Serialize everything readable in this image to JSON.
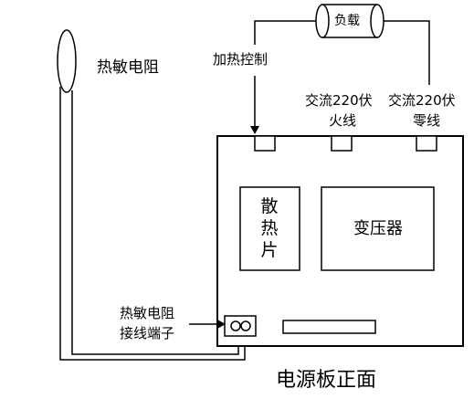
{
  "labels": {
    "load": "负载",
    "thermistor": "热敏电阻",
    "heating_control": "加热控制",
    "ac_live_top": "交流220伏",
    "ac_live_bottom": "火线",
    "ac_neutral_top": "交流220伏",
    "ac_neutral_bottom": "零线",
    "heatsink_1": "散",
    "heatsink_2": "热",
    "heatsink_3": "片",
    "transformer": "变压器",
    "terminal_line1": "热敏电阻",
    "terminal_line2": "接线端子",
    "caption": "电源板正面"
  },
  "colors": {
    "line": "#000000",
    "background": "#ffffff"
  }
}
